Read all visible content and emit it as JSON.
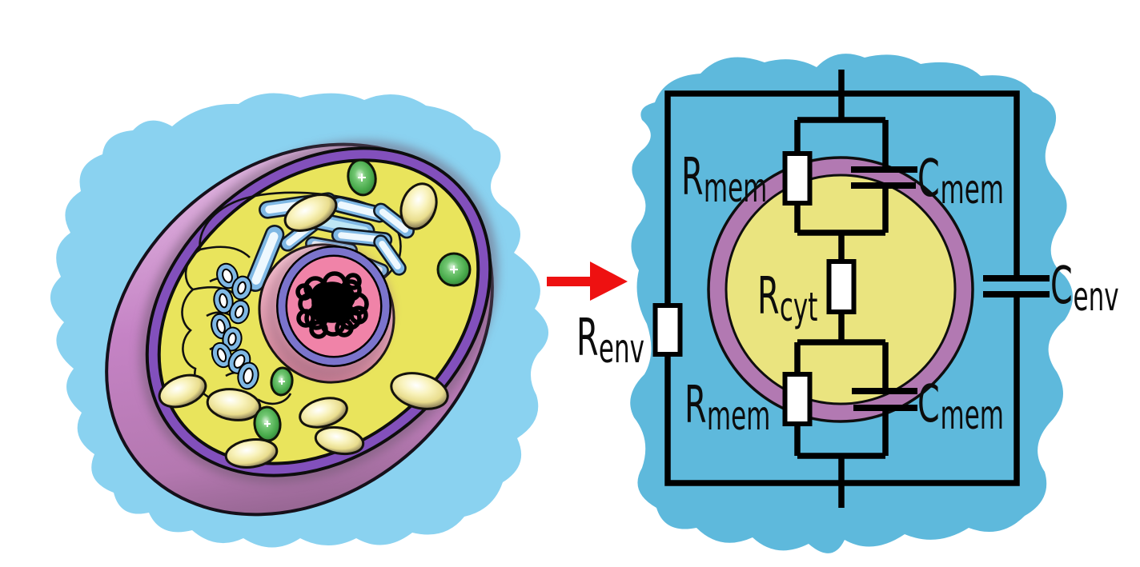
{
  "figure": {
    "arrow": {
      "icon": "right-arrow",
      "color": "#ee1111"
    },
    "circuit": {
      "r_env": {
        "base": "R",
        "sub": "env"
      },
      "r_mem_top": {
        "base": "R",
        "sub": "mem"
      },
      "c_mem_top": {
        "base": "C",
        "sub": "mem"
      },
      "r_cyt": {
        "base": "R",
        "sub": "cyt"
      },
      "r_mem_bottom": {
        "base": "R",
        "sub": "mem"
      },
      "c_mem_bottom": {
        "base": "C",
        "sub": "mem"
      },
      "c_env": {
        "base": "C",
        "sub": "env"
      }
    },
    "colors": {
      "left_environment": "#8ad2f0",
      "right_environment": "#5eb9dc",
      "membrane_crescent": "#c583c5",
      "membrane_ring": "#8250bc",
      "cytoplasm": "#e9e45c",
      "right_cell_ring": "#b279b2",
      "right_cell_fill": "#eae47f",
      "nucleus_fill": "#f083a8",
      "nucleus_ring": "#7b74cc",
      "er_golgi_blue": "#7fb8e4",
      "wire": "#000000"
    }
  }
}
